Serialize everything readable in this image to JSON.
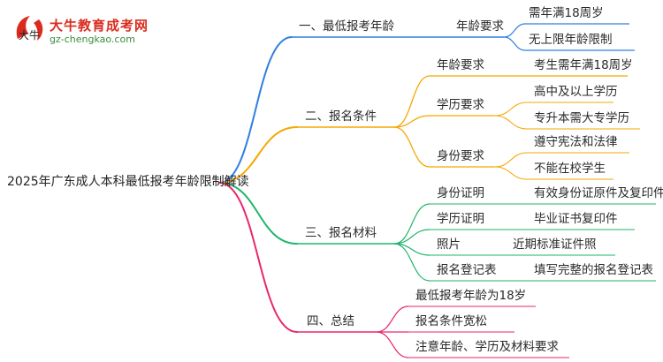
{
  "logo": {
    "name": "大牛教育成考网",
    "url": "gz-chengkao.com",
    "mark_text": "大牛"
  },
  "root": "2025年广东成人本科最低报考年龄限制解读",
  "colors": {
    "branch1": "#2f7fe0",
    "branch2": "#f5a700",
    "branch3": "#1fb56a",
    "branch4": "#e8266e"
  },
  "branches": [
    {
      "label": "一、最低报考年龄",
      "children": [
        {
          "label": "年龄要求",
          "children": [
            "需年满18周岁",
            "无上限年龄限制"
          ]
        }
      ]
    },
    {
      "label": "二、报名条件",
      "children": [
        {
          "label": "年龄要求",
          "children": [
            "考生需年满18周岁"
          ]
        },
        {
          "label": "学历要求",
          "children": [
            "高中及以上学历",
            "专升本需大专学历"
          ]
        },
        {
          "label": "身份要求",
          "children": [
            "遵守宪法和法律",
            "不能在校学生"
          ]
        }
      ]
    },
    {
      "label": "三、报名材料",
      "children": [
        {
          "label": "身份证明",
          "children": [
            "有效身份证原件及复印件"
          ]
        },
        {
          "label": "学历证明",
          "children": [
            "毕业证书复印件"
          ]
        },
        {
          "label": "照片",
          "children": [
            "近期标准证件照"
          ]
        },
        {
          "label": "报名登记表",
          "children": [
            "填写完整的报名登记表"
          ]
        }
      ]
    },
    {
      "label": "四、总结",
      "children": [
        {
          "label": "最低报考年龄为18岁",
          "children": []
        },
        {
          "label": "报名条件宽松",
          "children": []
        },
        {
          "label": "注意年龄、学历及材料要求",
          "children": []
        }
      ]
    }
  ]
}
